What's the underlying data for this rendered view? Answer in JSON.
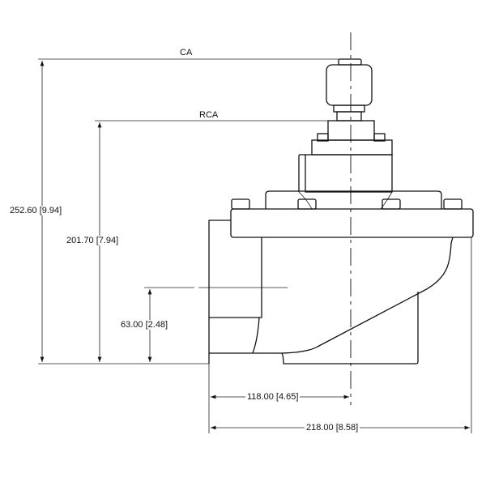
{
  "drawing": {
    "labels": {
      "ca": "CA",
      "rca": "RCA",
      "overall_height": "252.60 [9.94]",
      "rca_height": "201.70 [7.94]",
      "outlet_height": "63.00 [2.48]",
      "center_offset": "118.00 [4.65]",
      "overall_width": "218.00 [8.58]"
    },
    "colors": {
      "line": "#111111",
      "background": "#ffffff"
    }
  }
}
